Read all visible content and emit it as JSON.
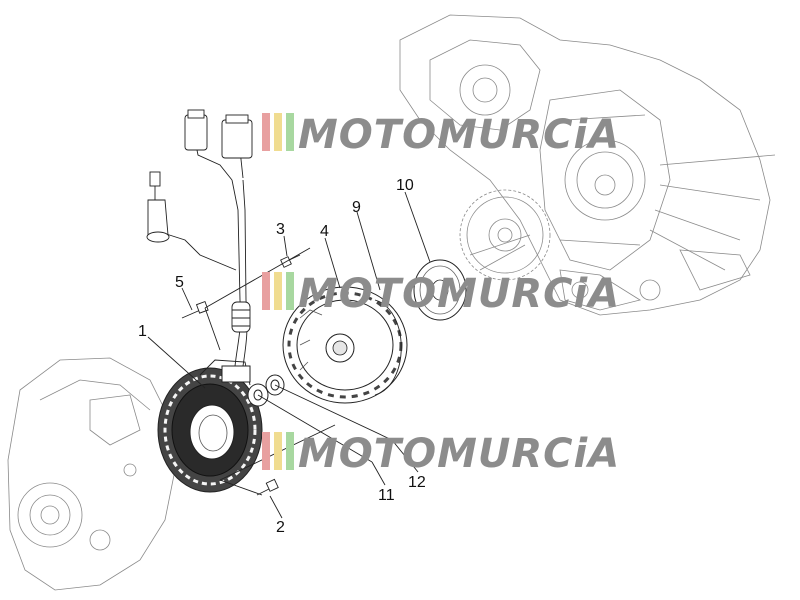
{
  "callouts": [
    "1",
    "2",
    "3",
    "4",
    "5",
    "9",
    "10",
    "11",
    "12"
  ],
  "watermark": {
    "text": "MOTOMURCiA",
    "colors": {
      "red": "#e8a0a0",
      "yellow": "#f0dc90",
      "green": "#a8d8a0",
      "text": "#8c8c8c"
    }
  },
  "colors": {
    "line": "#222222",
    "coil": "#2a2a2a",
    "faint": "#8a8a8a"
  }
}
